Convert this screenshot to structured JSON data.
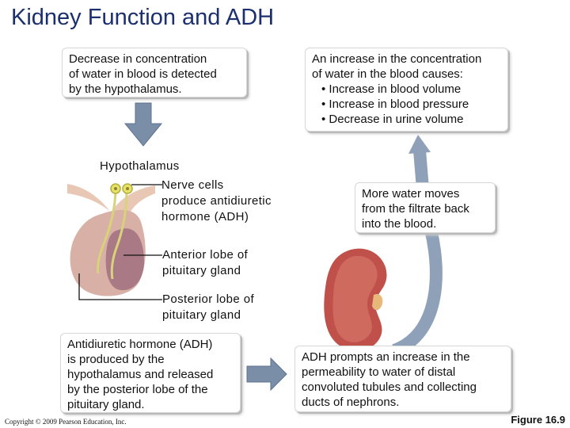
{
  "title": "Kidney Function and ADH",
  "box_detect": [
    "Decrease in concentration",
    "of water in blood is detected",
    "by the hypothalamus."
  ],
  "box_increase": {
    "lines": [
      "An increase in the concentration",
      "of water in the blood causes:"
    ],
    "bullets": [
      "• Increase in blood volume",
      "• Increase in blood pressure",
      "• Decrease in urine volume"
    ]
  },
  "hypothalamus_label": "Hypothalamus",
  "nerve_cells": [
    "Nerve cells",
    "produce antidiuretic",
    "hormone (ADH)"
  ],
  "anterior": [
    "Anterior lobe of",
    "pituitary gland"
  ],
  "posterior": [
    "Posterior lobe of",
    "pituitary gland"
  ],
  "box_water": [
    "More water moves",
    "from the filtrate back",
    "into the blood."
  ],
  "box_adh": [
    "Antidiuretic hormone (ADH)",
    "is produced by the",
    "hypothalamus and released",
    "by the posterior lobe of the",
    "pituitary gland."
  ],
  "box_permeability": [
    "ADH prompts an increase in the",
    "permeability to water of distal",
    "convoluted tubules and collecting",
    "ducts of nephrons."
  ],
  "copyright": "Copyright © 2009 Pearson Education, Inc.",
  "figure": "Figure 16.9"
}
